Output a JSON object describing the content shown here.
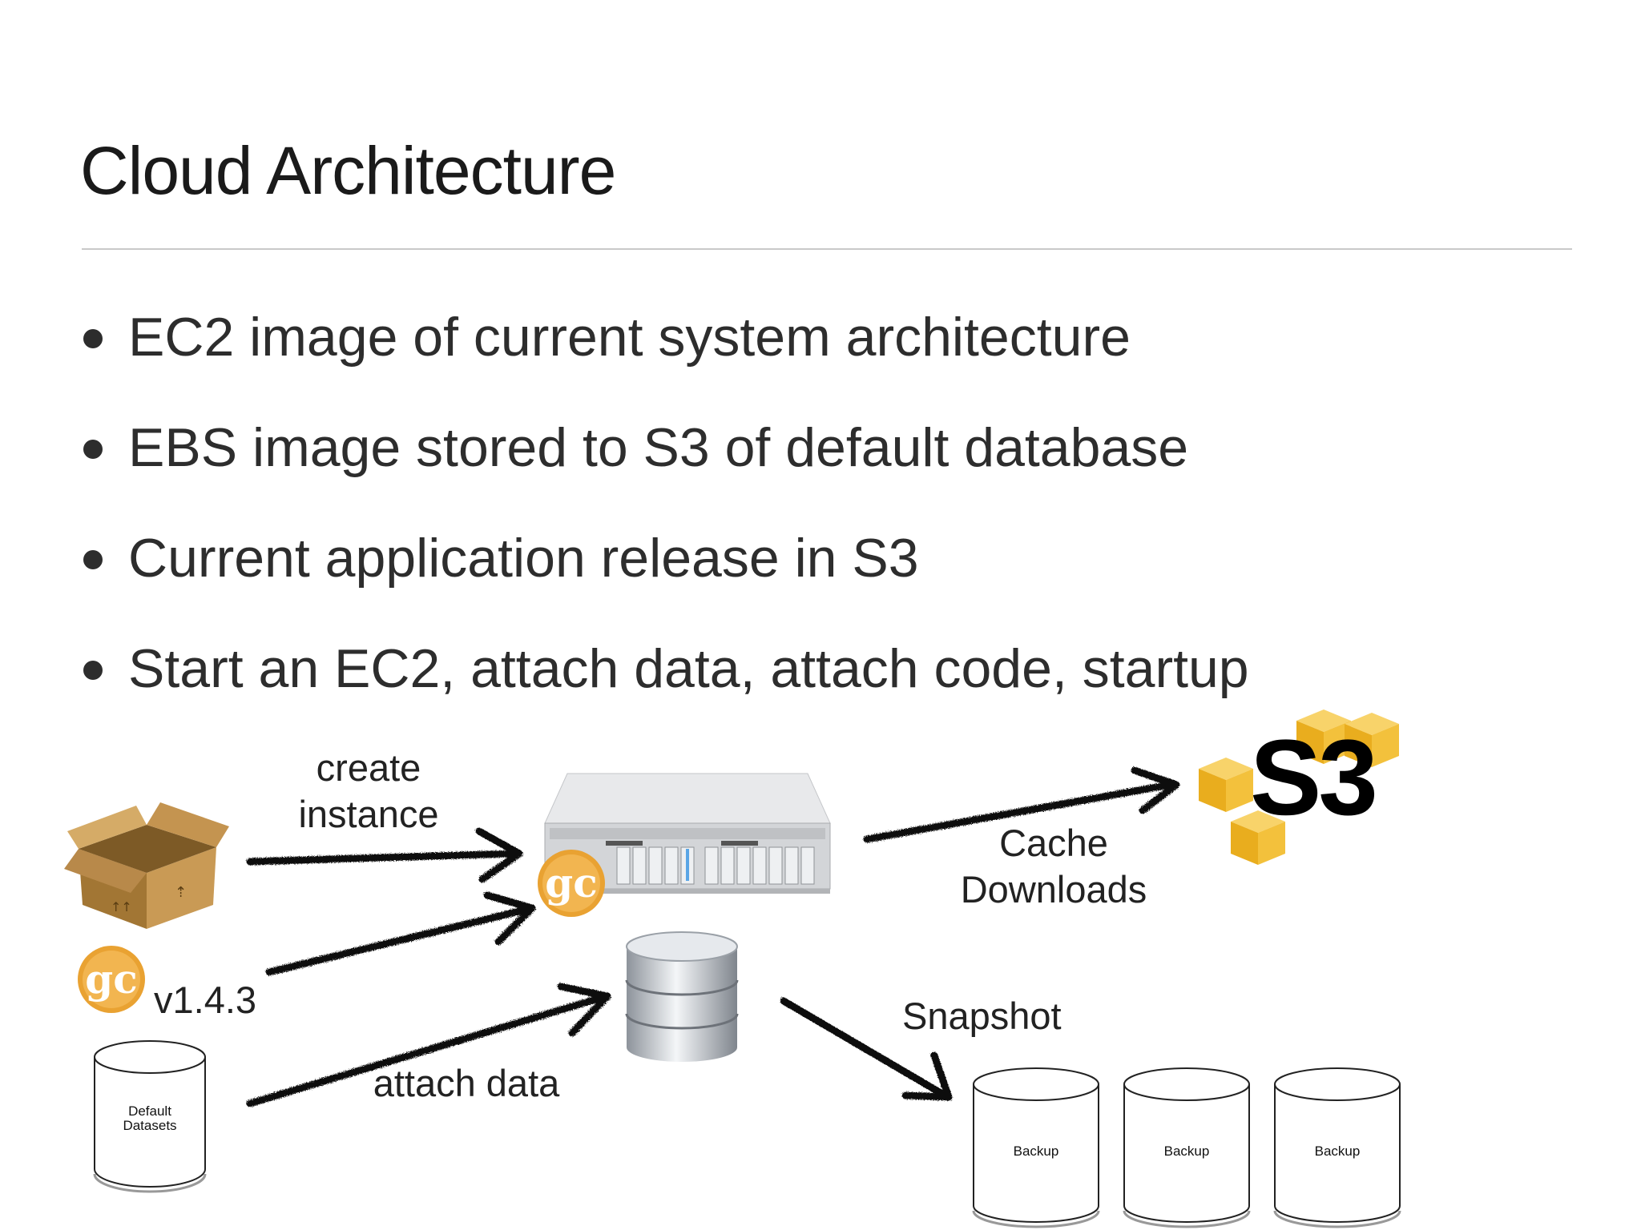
{
  "slide": {
    "title": "Cloud Architecture",
    "bullets": [
      "EC2 image of current system architecture",
      "EBS image stored to S3 of default database",
      "Current application release in S3",
      "Start an EC2, attach data, attach code, startup"
    ]
  },
  "diagram": {
    "labels": {
      "create_instance_line1": "create",
      "create_instance_line2": "instance",
      "version": "v1.4.3",
      "attach_data": "attach data",
      "cache_line1": "Cache",
      "cache_line2": "Downloads",
      "snapshot": "Snapshot",
      "s3": "S3"
    },
    "default_datasets": [
      "Default",
      "Datasets"
    ],
    "backups": [
      "Backup",
      "Backup",
      "Backup"
    ],
    "logo_text": "gc",
    "colors": {
      "box_brown": "#b68a4a",
      "gc_orange": "#e8a33a",
      "s3_yellow": "#f3b82b",
      "server_silver": "#d7d9dc",
      "arrow": "#111111"
    }
  }
}
